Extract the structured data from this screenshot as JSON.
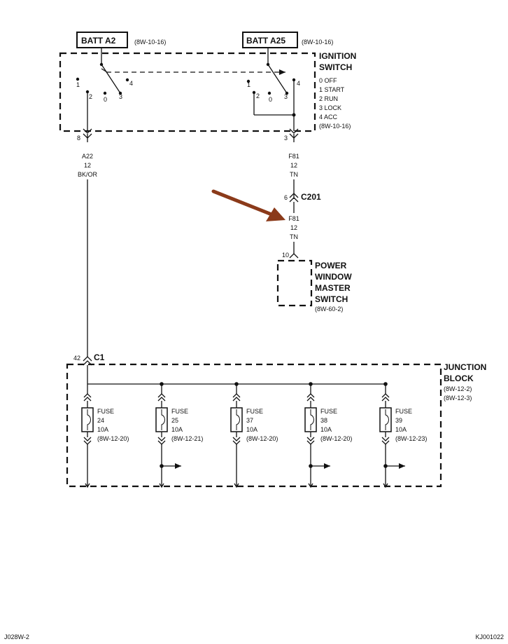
{
  "batt_a2": {
    "label": "BATT A2",
    "ref": "(8W-10-16)"
  },
  "batt_a25": {
    "label": "BATT A25",
    "ref": "(8W-10-16)"
  },
  "ignition_switch": {
    "title_line1": "IGNITION",
    "title_line2": "SWITCH",
    "positions": [
      "0 OFF",
      "1 START",
      "2 RUN",
      "3 LOCK",
      "4 ACC"
    ],
    "ref": "(8W-10-16)",
    "contacts_left": {
      "p1": "1",
      "p2": "2",
      "p0": "0",
      "p3": "3",
      "p4": "4"
    },
    "contacts_right": {
      "p1": "1",
      "p2": "2",
      "p0": "0",
      "p3": "3",
      "p4": "4"
    }
  },
  "wire_left": {
    "pin": "8",
    "circuit": "A22",
    "gauge": "12",
    "color": "BK/OR"
  },
  "wire_right": {
    "pin": "3",
    "circuit": "F81",
    "gauge": "12",
    "color": "TN"
  },
  "connector_c201": {
    "label": "C201",
    "pin": "6"
  },
  "wire_right_lower": {
    "circuit": "F81",
    "gauge": "12",
    "color": "TN",
    "pin": "10"
  },
  "power_window_switch": {
    "line1": "POWER",
    "line2": "WINDOW",
    "line3": "MASTER",
    "line4": "SWITCH",
    "ref": "(8W-60-2)"
  },
  "connector_c1": {
    "label": "C1",
    "pin": "42"
  },
  "junction_block": {
    "line1": "JUNCTION",
    "line2": "BLOCK",
    "ref1": "(8W-12-2)",
    "ref2": "(8W-12-3)"
  },
  "fuses": [
    {
      "label": "FUSE",
      "number": "24",
      "rating": "10A",
      "ref": "(8W-12-20)"
    },
    {
      "label": "FUSE",
      "number": "25",
      "rating": "10A",
      "ref": "(8W-12-21)"
    },
    {
      "label": "FUSE",
      "number": "37",
      "rating": "10A",
      "ref": "(8W-12-20)"
    },
    {
      "label": "FUSE",
      "number": "38",
      "rating": "10A",
      "ref": "(8W-12-20)"
    },
    {
      "label": "FUSE",
      "number": "39",
      "rating": "10A",
      "ref": "(8W-12-23)"
    }
  ],
  "footer": {
    "left": "J028W-2",
    "right": "KJ001022"
  },
  "colors": {
    "line": "#111111",
    "arrow": "#8B3A1A",
    "background": "#ffffff"
  }
}
